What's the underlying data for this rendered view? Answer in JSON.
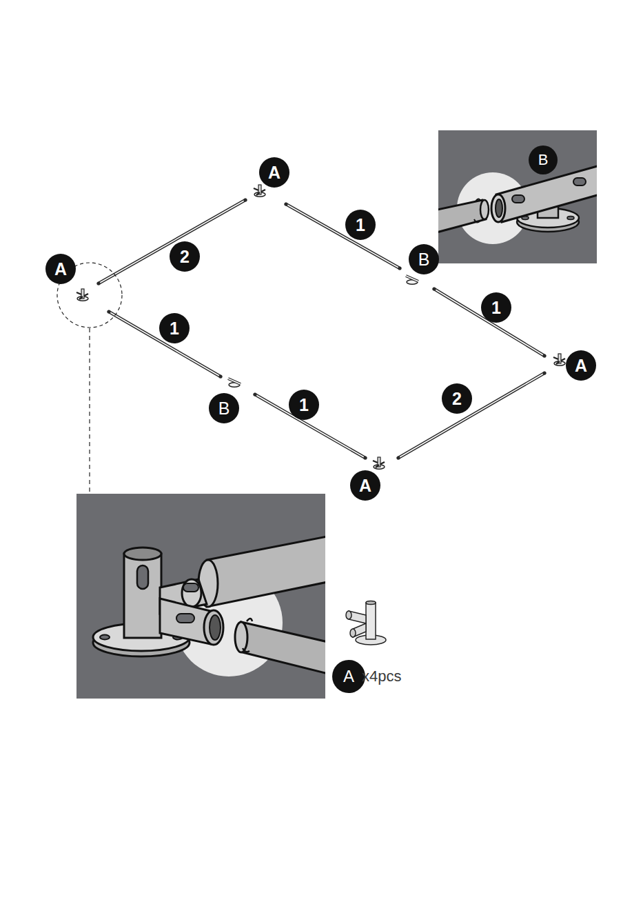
{
  "diagram": {
    "labels": [
      "A",
      "2",
      "1",
      "B",
      "A",
      "1",
      "1",
      "A",
      "B",
      "1",
      "2",
      "A",
      "B",
      "A",
      "x4pcs"
    ]
  }
}
